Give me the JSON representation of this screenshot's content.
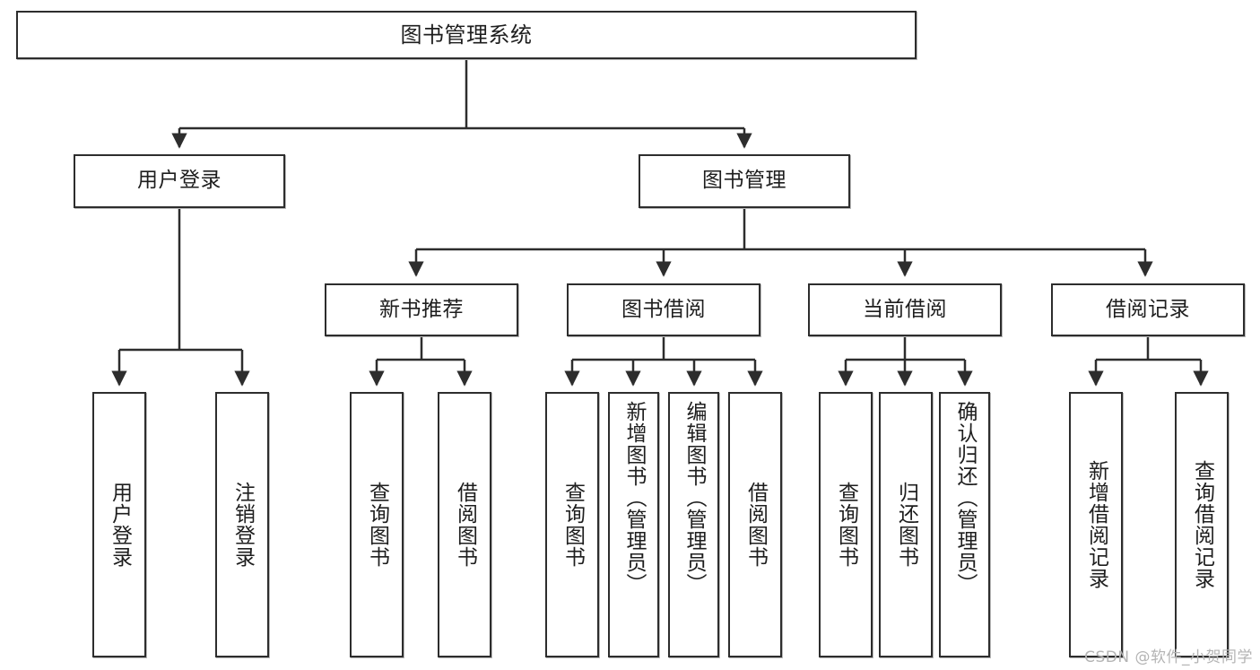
{
  "diagram": {
    "type": "tree-hierarchy",
    "title": "图书管理系统",
    "background_color": "#ffffff",
    "border_color": "#2d2d2d",
    "text_color": "#1e1e1e"
  },
  "root": {
    "label": "图书管理系统"
  },
  "level2": [
    {
      "label": "用户登录"
    },
    {
      "label": "图书管理"
    }
  ],
  "level3": [
    {
      "label": "新书推荐"
    },
    {
      "label": "图书借阅"
    },
    {
      "label": "当前借阅"
    },
    {
      "label": "借阅记录"
    }
  ],
  "leaves": {
    "user_login": [
      {
        "label": "用户登录"
      },
      {
        "label": "注销登录"
      }
    ],
    "new_book": [
      {
        "label": "查询图书"
      },
      {
        "label": "借阅图书"
      }
    ],
    "book_borrow": [
      {
        "label": "查询图书"
      },
      {
        "label": "新增图书（管理员）"
      },
      {
        "label": "编辑图书（管理员）"
      },
      {
        "label": "借阅图书"
      }
    ],
    "current_borrow": [
      {
        "label": "查询图书"
      },
      {
        "label": "归还图书"
      },
      {
        "label": "确认归还（管理员）"
      }
    ],
    "borrow_record": [
      {
        "label": "新增借阅记录"
      },
      {
        "label": "查询借阅记录"
      }
    ]
  },
  "watermark": {
    "text": "CSDN @软件_小贺同学",
    "color": "#b4b4b4"
  }
}
